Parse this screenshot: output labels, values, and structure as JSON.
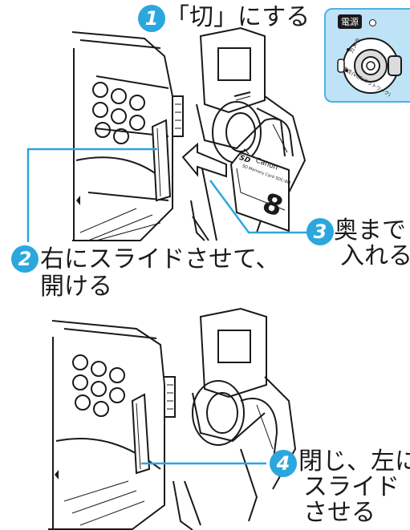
{
  "steps": [
    {
      "number": "1",
      "text": "「切」にする"
    },
    {
      "number": "2",
      "line1": "右にスライドさせて、",
      "line2": "開ける"
    },
    {
      "number": "3",
      "line1": "奥まで",
      "line2": "入れる"
    },
    {
      "number": "4",
      "line1": "閉じ、左に",
      "line2": "スライド",
      "line3": "させる"
    }
  ],
  "power_inset": {
    "label": "電源",
    "dial_camera": "カメラ",
    "dial_play": "再生(VCR/ネットワーク)"
  },
  "card": {
    "brand": "Canon",
    "logo": "SD",
    "sublabel": "SD Memory Card SDC-8M",
    "capacity": "8"
  },
  "colors": {
    "accent": "#2ba7de",
    "inset_fill": "#bfe3f6",
    "line": "#1a1a1a"
  }
}
